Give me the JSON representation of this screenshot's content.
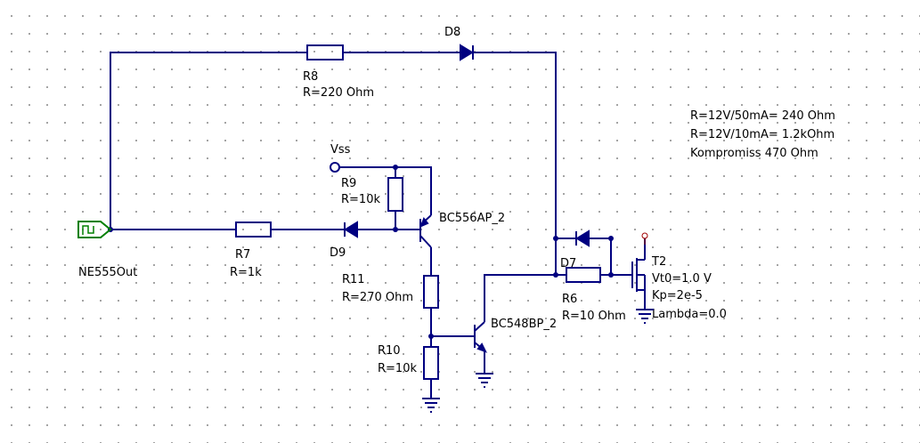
{
  "components": {
    "r8": {
      "name": "R8",
      "value": "R=220 Ohm"
    },
    "d8": {
      "name": "D8"
    },
    "vss": {
      "name": "Vss"
    },
    "r9": {
      "name": "R9",
      "value": "R=10k"
    },
    "q1": {
      "name": "BC556AP_2"
    },
    "r7": {
      "name": "R7",
      "value": "R=1k"
    },
    "d9": {
      "name": "D9"
    },
    "source": {
      "name": "NE555Out"
    },
    "r11": {
      "name": "R11",
      "value": "R=270 Ohm"
    },
    "r10": {
      "name": "R10",
      "value": "R=10k"
    },
    "q2": {
      "name": "BC548BP_2"
    },
    "d7": {
      "name": "D7"
    },
    "r6": {
      "name": "R6",
      "value": "R=10 Ohm"
    },
    "t2": {
      "name": "T2",
      "vt0": "Vt0=1.0 V",
      "kp": "Kp=2e-5",
      "lambda": "Lambda=0.0"
    }
  },
  "notes": {
    "line1": "R=12V/50mA= 240 Ohm",
    "line2": "R=12V/10mA= 1.2kOhm",
    "line3": "Kompromiss 470 Ohm"
  },
  "colors": {
    "wire": "#000080",
    "pin": "#a00000",
    "text": "#000000"
  }
}
